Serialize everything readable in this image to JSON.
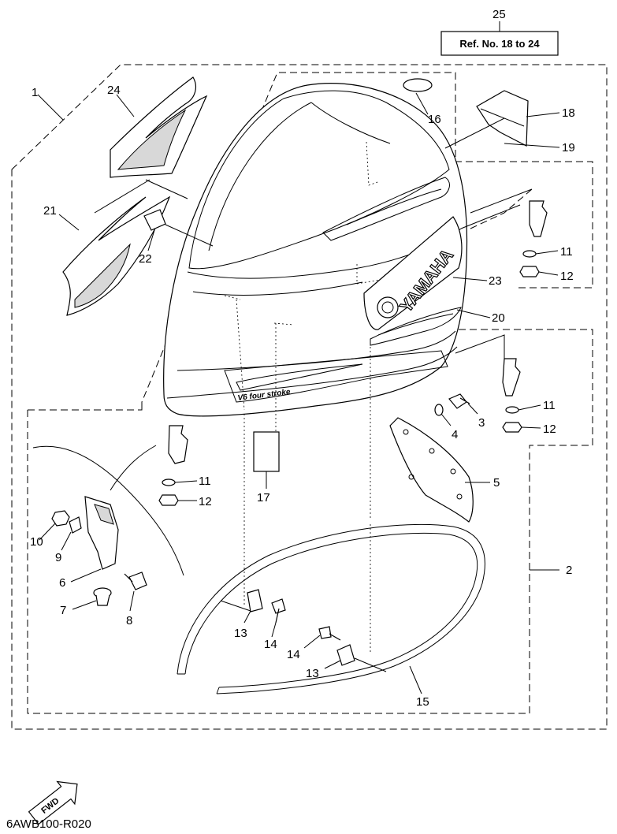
{
  "diagram_code": "6AWB100-R020",
  "reference_box": "Ref. No. 18 to 24",
  "fwd_label": "FWD",
  "brand_label": "YAMAHA",
  "brand_sub_label": "V6 four stroke",
  "callouts": {
    "c1": "1",
    "c2": "2",
    "c3": "3",
    "c4": "4",
    "c5": "5",
    "c6": "6",
    "c7": "7",
    "c8": "8",
    "c9": "9",
    "c10": "10",
    "c11a": "11",
    "c11b": "11",
    "c11c": "11",
    "c12a": "12",
    "c12b": "12",
    "c12c": "12",
    "c13a": "13",
    "c13b": "13",
    "c14a": "14",
    "c14b": "14",
    "c15": "15",
    "c16": "16",
    "c17": "17",
    "c18": "18",
    "c19": "19",
    "c20": "20",
    "c21": "21",
    "c22": "22",
    "c23": "23",
    "c24": "24",
    "c25": "25"
  }
}
